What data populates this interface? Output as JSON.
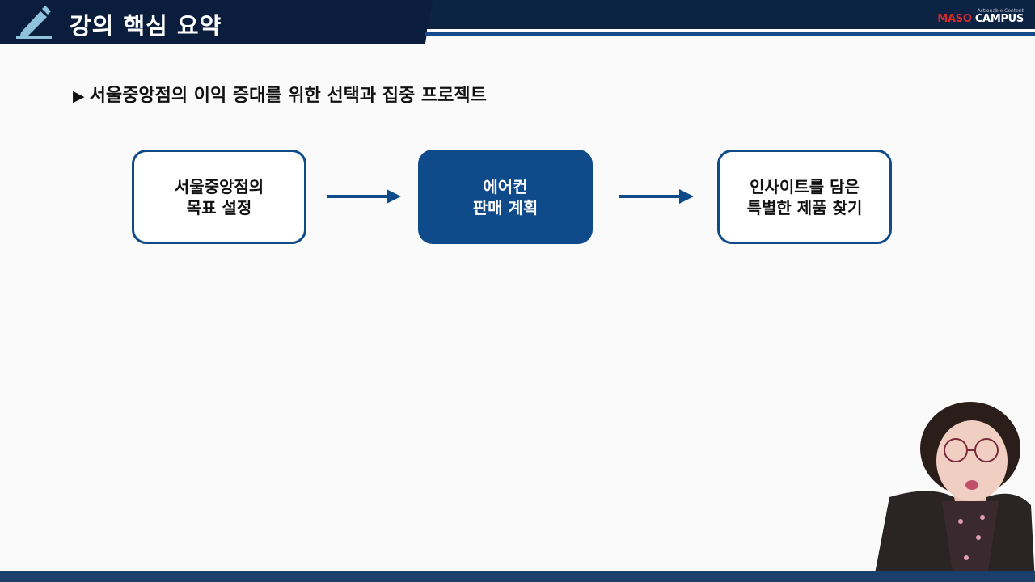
{
  "header": {
    "title": "강의 핵심 요약",
    "brand": {
      "tagline": "Actionable Content",
      "name_part1": "MASO",
      "name_part2": "CAMPUS"
    }
  },
  "section": {
    "bullet": "▶",
    "title": "서울중앙점의 이익 증대를 위한 선택과 집중 프로젝트"
  },
  "flow": {
    "steps": [
      {
        "label": "서울중앙점의\n목표 설정"
      },
      {
        "label": "에어컨\n판매 계획"
      },
      {
        "label": "인사이트를 담은\n특별한 제품 찾기"
      }
    ]
  },
  "colors": {
    "navy": "#0a1d3c",
    "accent_blue": "#0f4a8a",
    "brand_red": "#d62a2a"
  },
  "icons": {
    "header_icon": "pencil-icon",
    "arrow_icon": "arrow-right-icon"
  }
}
